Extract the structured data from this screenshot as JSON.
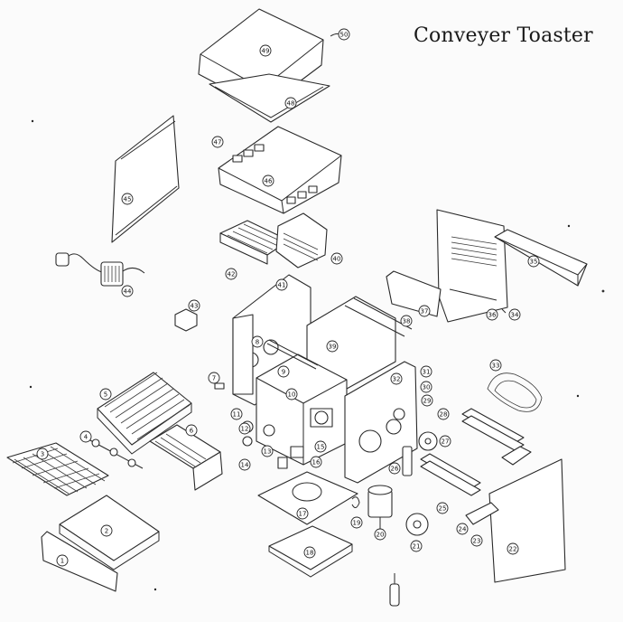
{
  "title": "Conveyer Toaster",
  "callout_numbers": [
    "1",
    "2",
    "3",
    "4",
    "5",
    "6",
    "7",
    "8",
    "9",
    "10",
    "11",
    "12",
    "13",
    "14",
    "15",
    "16",
    "17",
    "18",
    "19",
    "20",
    "21",
    "22",
    "23",
    "24",
    "25",
    "26",
    "27",
    "28",
    "29",
    "30",
    "31",
    "32",
    "33",
    "34",
    "35",
    "36",
    "37",
    "38",
    "39",
    "40",
    "41",
    "42",
    "43",
    "44",
    "45",
    "46",
    "47",
    "48",
    "49",
    "50"
  ]
}
